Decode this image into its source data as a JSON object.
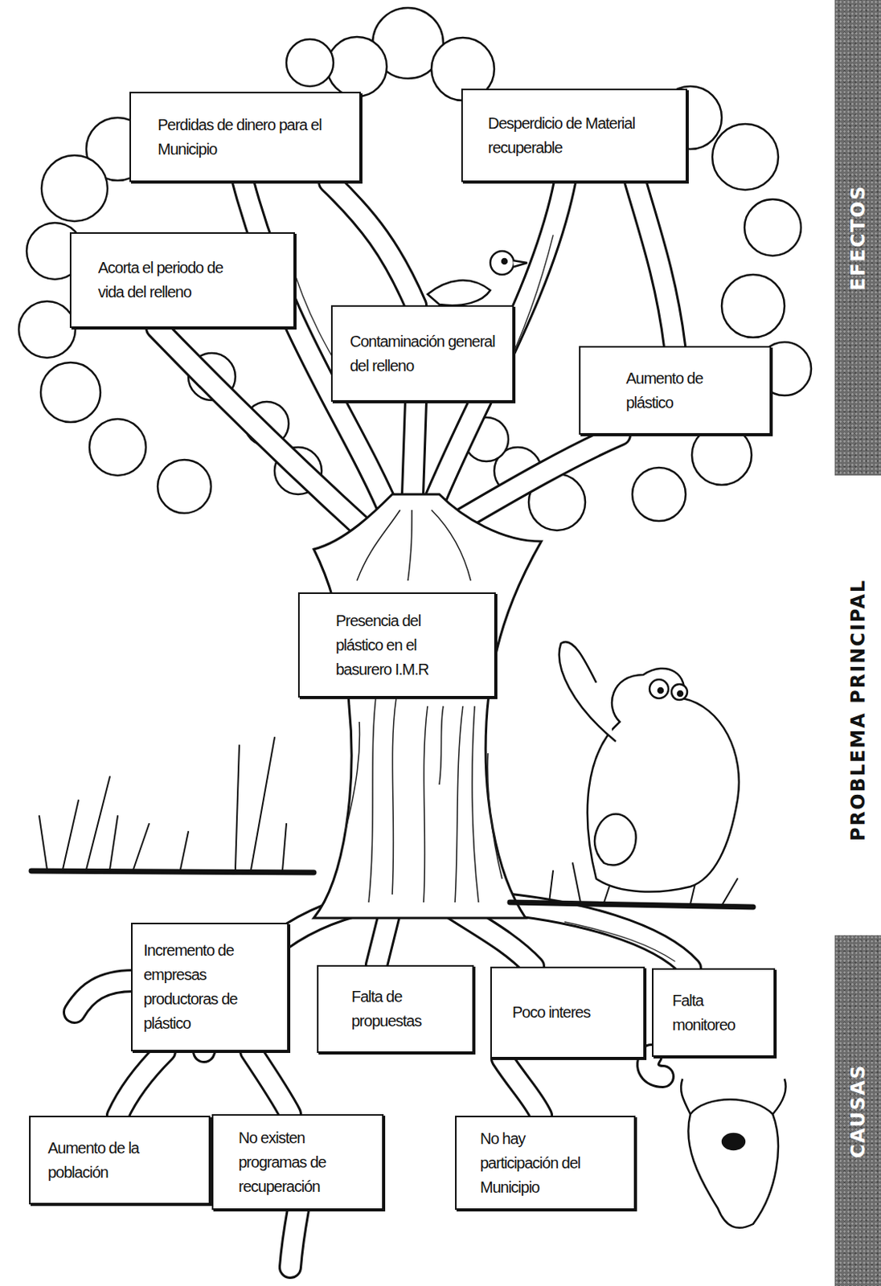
{
  "diagram": {
    "nodes": [
      {
        "text": [
          "Perdidas de dinero para el Municipio"
        ]
      },
      {
        "text": [
          "Desperdicio de Material recuperable"
        ]
      },
      {
        "text": [
          "Acorta el periodo de vida del relleno"
        ]
      },
      {
        "text": [
          "Contaminación general del relleno"
        ]
      },
      {
        "text": [
          "Aumento de plástico"
        ]
      },
      {
        "text": [
          "Presencia del plástico en el basurero I.M.R"
        ]
      },
      {
        "text": [
          "Incremento de empresas productoras de plástico"
        ]
      },
      {
        "text": [
          "Falta de propuestas"
        ]
      },
      {
        "text": [
          "Poco interes"
        ]
      },
      {
        "text": [
          "Falta monitoreo"
        ]
      },
      {
        "text": [
          "Aumento de la población"
        ]
      },
      {
        "text": [
          "No existen programas de recuperación"
        ]
      },
      {
        "text": [
          "No hay participación del Municipio"
        ]
      },
      {
        "text": [
          "EFECTOS"
        ]
      },
      {
        "text": [
          "CAUSAS"
        ]
      }
    ],
    "labels": [
      "PROBLEMA PRINCIPAL"
    ]
  }
}
